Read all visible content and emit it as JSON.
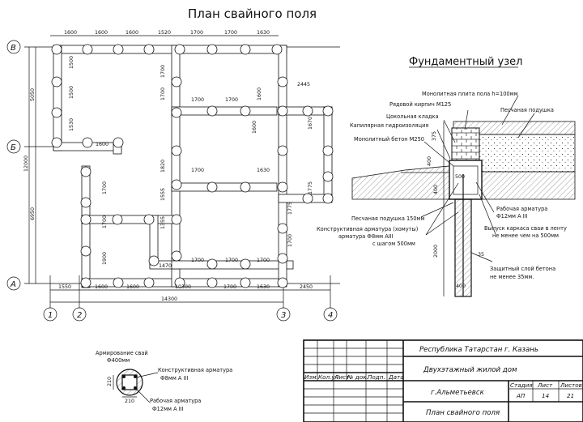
{
  "title": "План свайного поля",
  "node_title": "Фундаментный узел",
  "axes": {
    "rows": [
      "В",
      "Б",
      "А"
    ],
    "cols": [
      "1",
      "2",
      "3",
      "4"
    ]
  },
  "dims": {
    "top": [
      "1600",
      "1600",
      "1600",
      "1520",
      "1700",
      "1700",
      "1630"
    ],
    "bottom_chain": [
      "1550",
      "1600",
      "1600",
      "10300",
      "1700",
      "1630"
    ],
    "bottom_right": "2450",
    "overall": "14300",
    "left_total": "12000",
    "left_upper": "5050",
    "left_lower": "6950",
    "interior": [
      "1500",
      "1500",
      "1530",
      "1600",
      "1700",
      "1700",
      "1820",
      "1555",
      "1355",
      "1700",
      "1700",
      "1900",
      "1470",
      "1700",
      "1700",
      "1700",
      "1630",
      "1600",
      "1600",
      "1670",
      "1775",
      "1775",
      "1700",
      "1700",
      "1700",
      "1700",
      "2445"
    ]
  },
  "node_labels": [
    "Монолитная плита пола h=100мм",
    "Рядовой кирпич М125",
    "Песчаная подушка",
    "Цокольная кладка",
    "Капилярная гидроизоляция",
    "Монолитный бетон М250",
    "Рабочая арматура",
    "Ф12мм А III",
    "Выпуск каркаса сваи в ленту",
    "не менее чем на 500мм",
    "Песчаная подушка 150мм",
    "Конструктивная арматура (хомуты)",
    "арматура Ф8мм АIII",
    "с шагом 500мм",
    "Защитный слой бетона",
    "не менее 35мм."
  ],
  "node_dims": [
    "375",
    "400",
    "500",
    "400",
    "2000",
    "35",
    "400"
  ],
  "pile_detail": {
    "title_line1": "Армирование свай",
    "title_line2": "Ф400мм",
    "label1": "Конструктивная арматура",
    "label1b": "Ф8мм А III",
    "label2": "Рабочая арматура",
    "label2b": "Ф12мм А III",
    "dim_v": "210",
    "dim_h": "210"
  },
  "title_block": {
    "org": "Республика Татарстан г. Казань",
    "project": "Двухэтажный жилой дом",
    "city": "г.Альметьевск",
    "sheet_title": "План свайного поля",
    "headers": [
      "Изм.",
      "Кол.уч",
      "Лист",
      "№ док.",
      "Подп.",
      "Дата"
    ],
    "stage_label": "Стадия",
    "sheet_label": "Лист",
    "sheets_label": "Листов",
    "stage": "АП",
    "sheet": "14",
    "sheets": "21"
  },
  "colors": {
    "ink": "#111111",
    "hatch": "#555555",
    "background": "#ffffff"
  }
}
